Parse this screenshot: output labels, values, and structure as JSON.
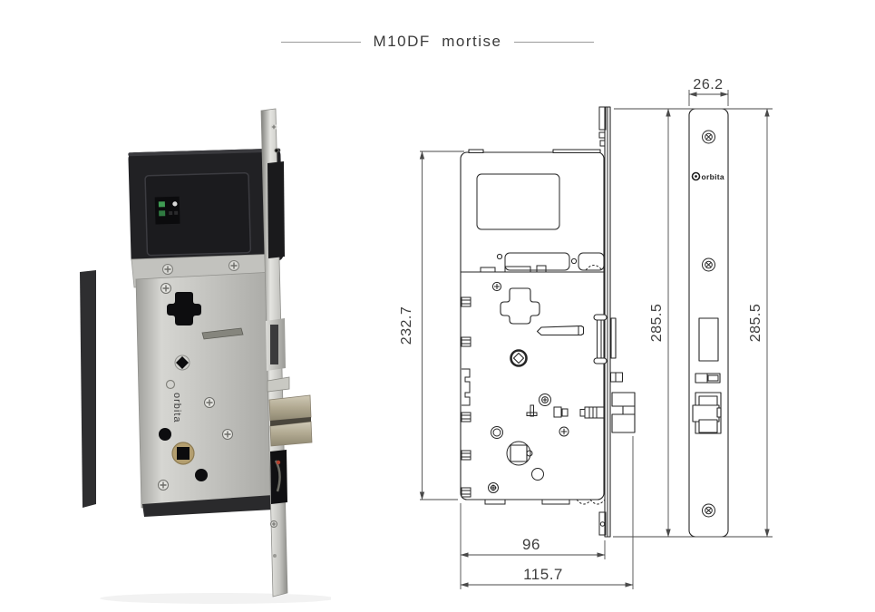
{
  "title": "M10DF  mortise",
  "photo": {
    "engraving": "orbita"
  },
  "drawing": {
    "logo": "orbita",
    "dims": {
      "case_height": "232.7",
      "case_depth": "96",
      "total_depth": "115.7",
      "faceplate_height_side": "285.5",
      "faceplate_height_front": "285.5",
      "faceplate_width": "26.2"
    }
  }
}
